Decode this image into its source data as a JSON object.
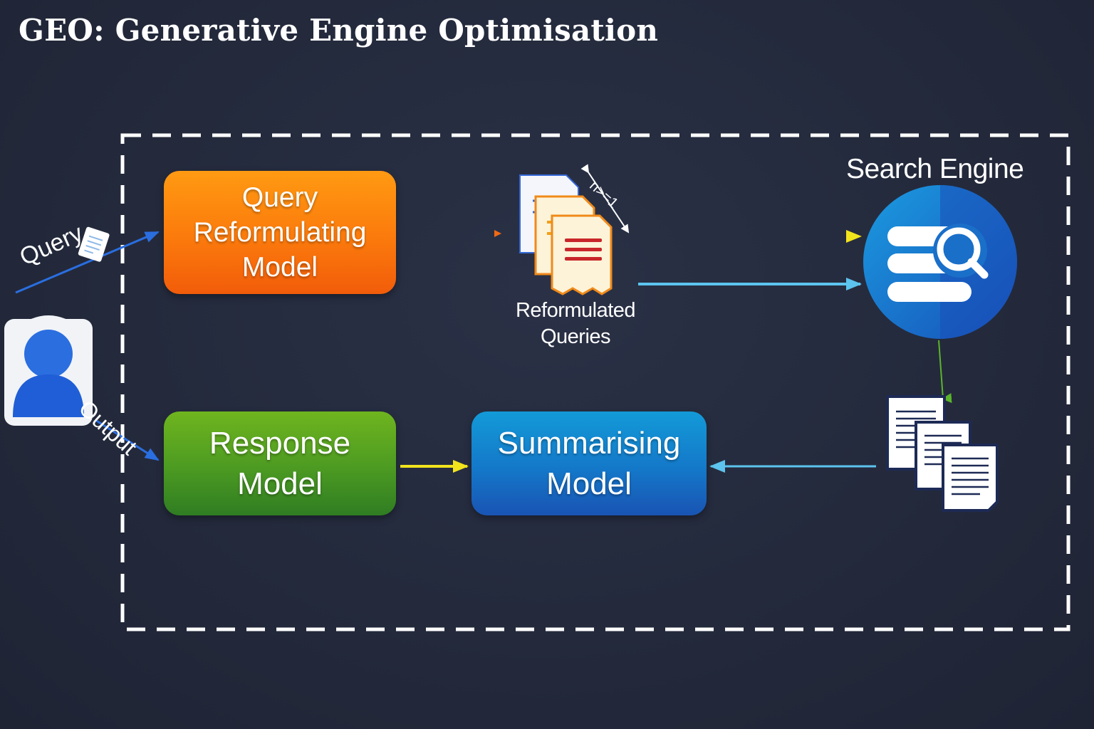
{
  "title": "GEO: Generative Engine Optimisation",
  "labels": {
    "query": "Query",
    "output": "Output",
    "n_indicator": "n>=1",
    "reformulated_queries_line1": "Reformulated",
    "reformulated_queries_line2": "Queries",
    "search_engine": "Search Engine"
  },
  "boxes": {
    "query_reformulating_model": [
      "Query",
      "Reformulating",
      "Model"
    ],
    "response_model": [
      "Response",
      "Model"
    ],
    "summarising_model": [
      "Summarising",
      "Model"
    ]
  },
  "icons": {
    "user": "user-avatar-icon",
    "query_document": "document-icon",
    "reformulated_queries": "stacked-documents-icon",
    "search_engine": "database-search-icon",
    "search_results": "stacked-pages-icon"
  },
  "colors": {
    "background": "#232a3d",
    "query_reformulating_model": "#fb7a0c",
    "response_model": "#4c9a22",
    "summarising_model": "#1478c9",
    "search_engine": "#1a6fc9",
    "arrow_orange": "#f26a14",
    "arrow_yellow": "#f2e41c",
    "arrow_cyan": "#5cc4ee",
    "arrow_blue": "#2a6ee0",
    "dashed_border": "#ffffff"
  }
}
